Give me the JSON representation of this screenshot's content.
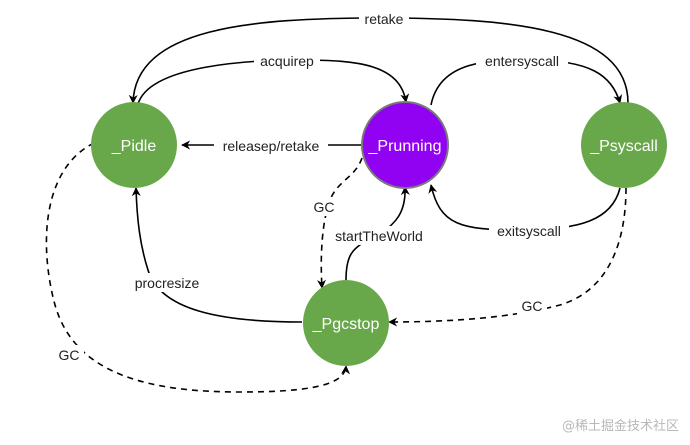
{
  "colors": {
    "idle_node": "#68a84a",
    "running_node": "#9102f2",
    "running_stroke": "#7a7a7a",
    "edge": "#000000"
  },
  "nodes": {
    "pidle": "_Pidle",
    "prunning": "_Prunning",
    "psyscall": "_Psyscall",
    "pgcstop": "_Pgcstop"
  },
  "edges": {
    "retake": "retake",
    "acquirep": "acquirep",
    "entersyscall": "entersyscall",
    "releasep_retake": "releasep/retake",
    "exitsyscall": "exitsyscall",
    "gc_running_pgcstop": "GC",
    "start_the_world": "startTheWorld",
    "procresize": "procresize",
    "gc_psyscall_pgcstop": "GC",
    "gc_pidle_pgcstop": "GC"
  },
  "watermark": "@稀土掘金技术社区"
}
